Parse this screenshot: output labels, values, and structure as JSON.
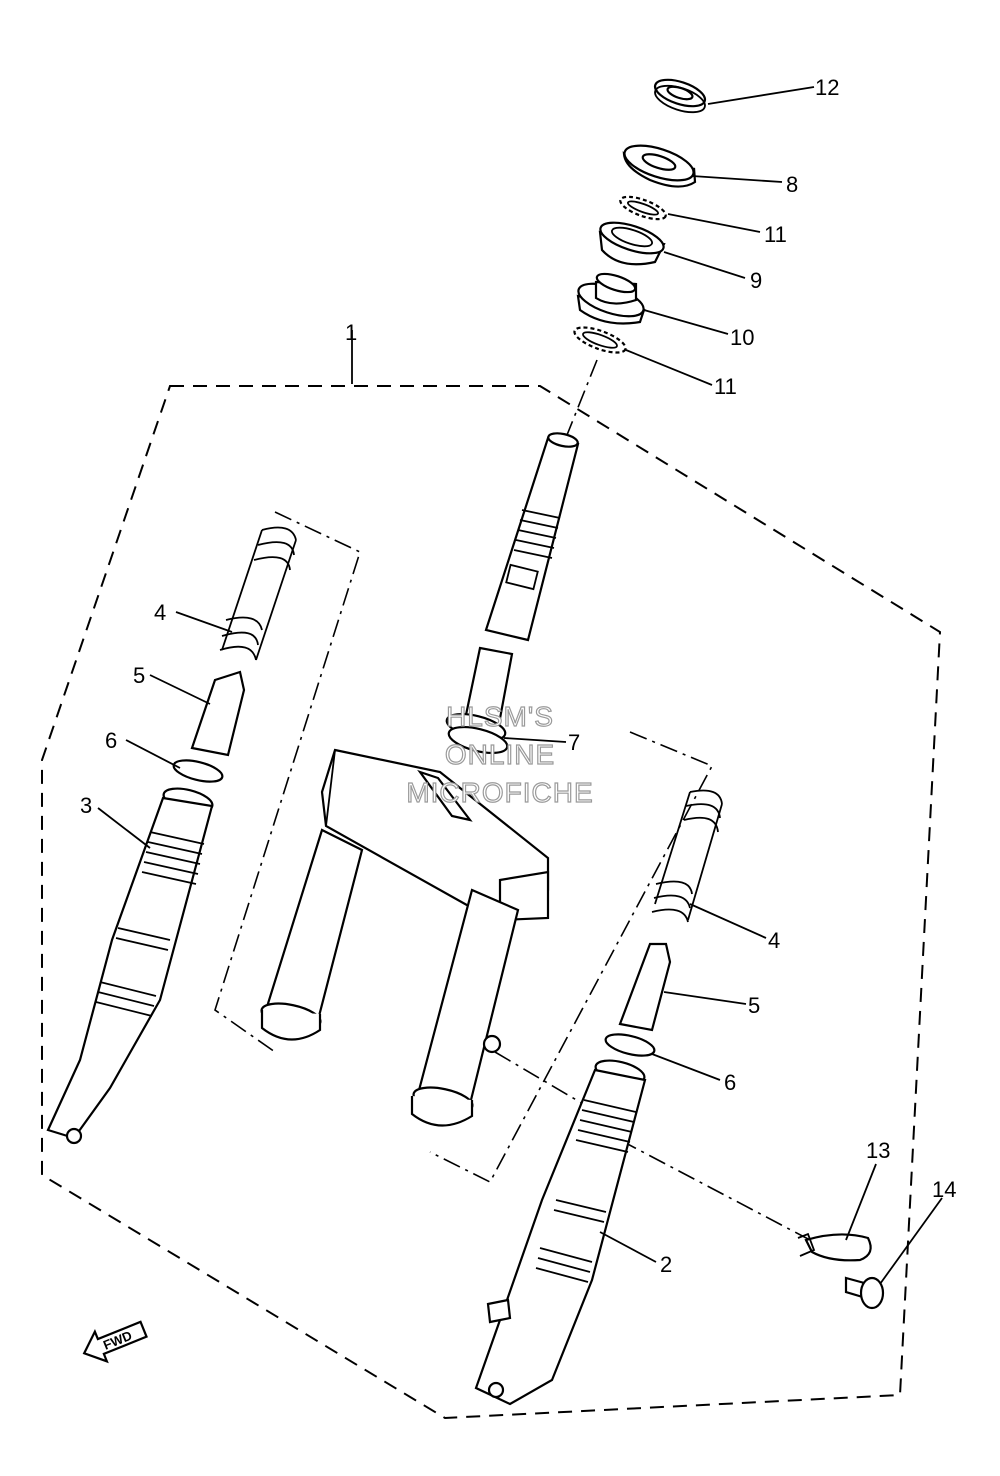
{
  "diagram": {
    "callouts": {
      "c1": "1",
      "c2": "2",
      "c3": "3",
      "c4a": "4",
      "c4b": "4",
      "c5a": "5",
      "c5b": "5",
      "c6a": "6",
      "c6b": "6",
      "c7": "7",
      "c8": "8",
      "c9": "9",
      "c10": "10",
      "c11a": "11",
      "c11b": "11",
      "c12": "12",
      "c13": "13",
      "c14": "14"
    },
    "fwd_label": "FWD",
    "watermark": {
      "line1": "HLSM'S",
      "line2": "ONLINE",
      "line3": "MICROFICHE"
    }
  }
}
